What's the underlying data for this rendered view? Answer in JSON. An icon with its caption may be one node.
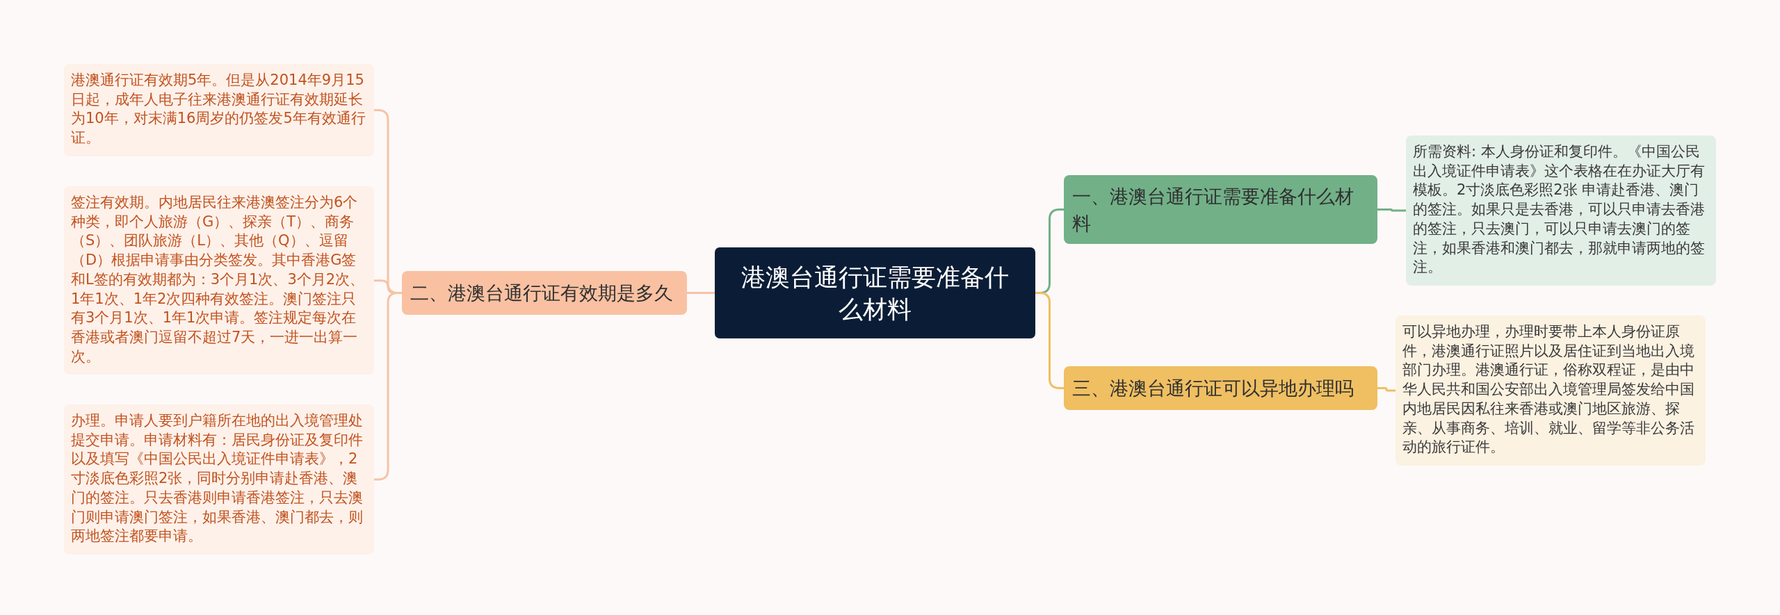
{
  "diagram": {
    "nodes": [
      {
        "text": [
          "港澳台通行证需要准备什么材料"
        ]
      },
      {
        "text": [
          "一、港澳台通行证需要准备什么材料"
        ]
      },
      {
        "text": [
          "所需资料: 本人身份证和复印件。《中国公民出入境证件申请表》这个表格在在办证大厅有模板。2寸淡底色彩照2张 申请赴香港、澳门的签注。如果只是去香港，可以只申请去香港的签注，只去澳门，可以只申请去澳门的签注，如果香港和澳门都去，那就申请两地的签注。"
        ]
      },
      {
        "text": [
          "二、港澳台通行证有效期是多久"
        ]
      },
      {
        "text": [
          "港澳通行证有效期5年。但是从2014年9月15日起，成年人电子往来港澳通行证有效期延长为10年，对末满16周岁的仍签发5年有效通行证。"
        ]
      },
      {
        "text": [
          "签注有效期。内地居民往来港澳签注分为6个种类，即个人旅游（G）、探亲（T）、商务（S）、团队旅游（L）、其他（Q）、逗留（D）根据申请事由分类签发。其中香港G签和L签的有效期都为：3个月1次、3个月2次、1年1次、1年2次四种有效签注。澳门签注只有3个月1次、1年1次申请。签注规定每次在香港或者澳门逗留不超过7天，一进一出算一次。"
        ]
      },
      {
        "text": [
          "办理。申请人要到户籍所在地的出入境管理处提交申请。申请材料有：居民身份证及复印件以及填写《中国公民出入境证件申请表》，2寸淡底色彩照2张，同时分别申请赴香港、澳门的签注。只去香港则申请香港签注，只去澳门则申请澳门签注，如果香港、澳门都去，则两地签注都要申请。"
        ]
      },
      {
        "text": [
          "三、港澳台通行证可以异地办理吗"
        ]
      },
      {
        "text": [
          "可以异地办理，办理时要带上本人身份证原件，港澳通行证照片以及居住证到当地出入境部门办理。港澳通行证，俗称双程证，是由中华人民共和国公安部出入境管理局签发给中国内地居民因私往来香港或澳门地区旅游、探亲、从事商务、培训、就业、留学等非公务活动的旅行证件。"
        ]
      }
    ],
    "edges": [
      {
        "from": 0,
        "to": 1,
        "arrow": "none",
        "color": "#72b088"
      },
      {
        "from": 1,
        "to": 2,
        "arrow": "none",
        "color": "#72b088"
      },
      {
        "from": 0,
        "to": 3,
        "arrow": "none"
      },
      {
        "from": 3,
        "to": 4,
        "arrow": "none"
      },
      {
        "from": 3,
        "to": 5,
        "arrow": "none"
      },
      {
        "from": 3,
        "to": 6,
        "arrow": "none"
      },
      {
        "from": 0,
        "to": 7,
        "arrow": "none",
        "color": "#efbf62"
      },
      {
        "from": 7,
        "to": 8,
        "arrow": "none",
        "color": "#efbf62"
      }
    ]
  }
}
